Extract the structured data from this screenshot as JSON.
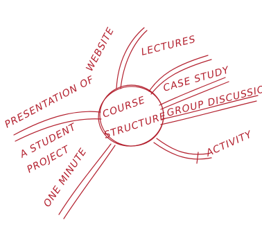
{
  "diagram": {
    "ink_color": "#b3202e",
    "center": {
      "line1": "COURSE",
      "line2": "STRUCTURE"
    },
    "branches": {
      "website": "WEBSITE",
      "lectures": "LECTURES",
      "case_study": "CASE STUDY",
      "group_discussions": "GROUP DISCUSSIONS",
      "activity": "ACTIVITY",
      "presentation_line1": "PRESENTATION OF",
      "presentation_line2": "A STUDENT",
      "presentation_line3": "PROJECT",
      "one_minute": "ONE MINUTE"
    }
  }
}
